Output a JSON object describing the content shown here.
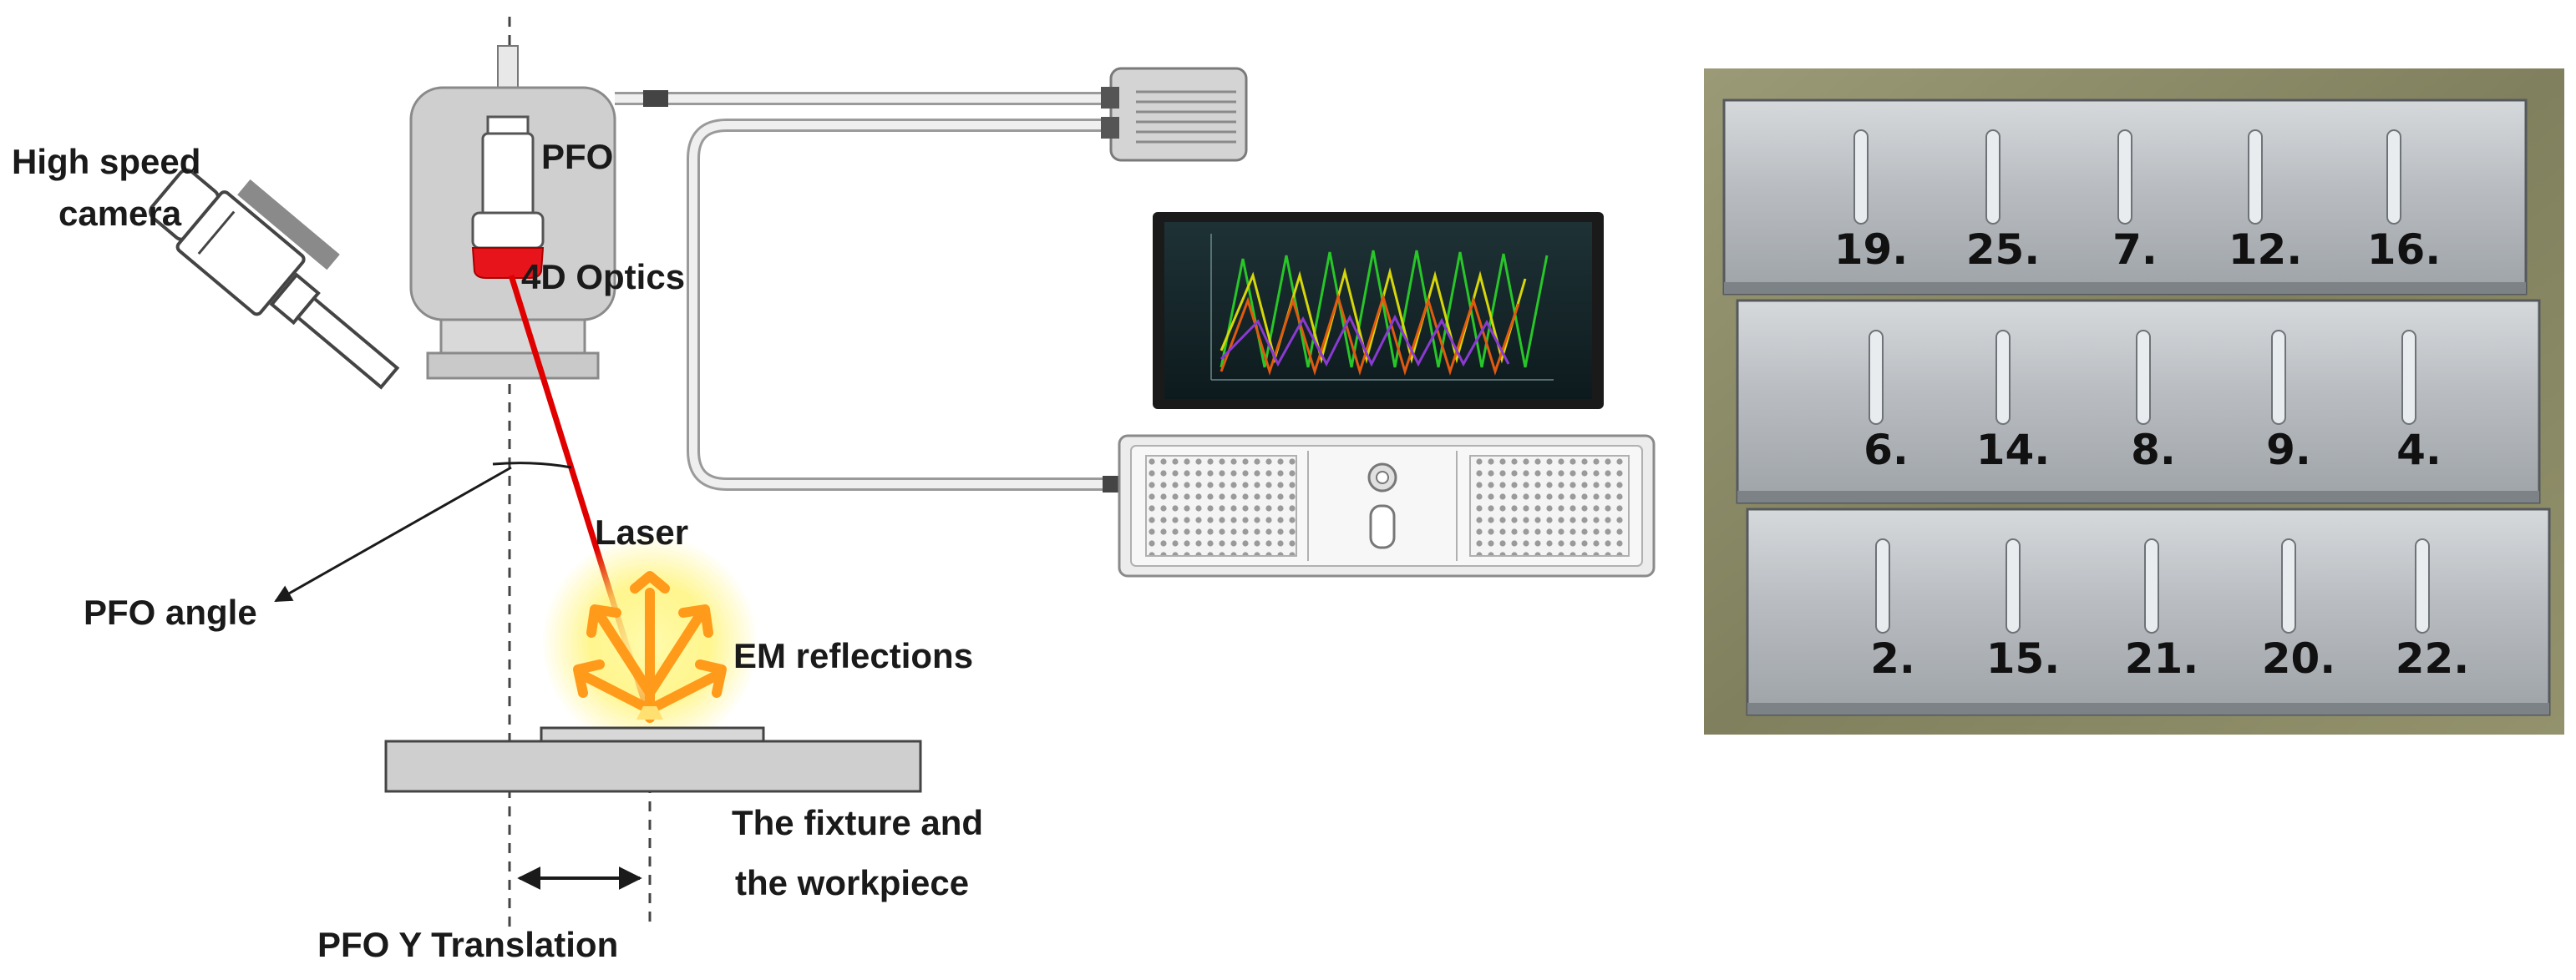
{
  "labels": {
    "camera_line1": "High speed",
    "camera_line2": "camera",
    "pfo": "PFO",
    "optics": "4D Optics",
    "laser": "Laser",
    "pfo_angle": "PFO angle",
    "em": "EM reflections",
    "fixture_line1": "The fixture and",
    "fixture_line2": "the workpiece",
    "translation": "PFO Y Translation"
  },
  "samples": {
    "rows": [
      [
        "19.",
        "25.",
        "7.",
        "12.",
        "16."
      ],
      [
        "6.",
        "14.",
        "8.",
        "9.",
        "4."
      ],
      [
        "2.",
        "15.",
        "21.",
        "20.",
        "22."
      ]
    ]
  },
  "colors": {
    "laser": "#e00000",
    "burst": "#ff9a1a",
    "glow": "#fff36a",
    "optics_red": "#e8141c",
    "equipment": "#cfcfcf",
    "plate": "#b8bcc0",
    "photo_bg": "#8a8a66"
  },
  "icons": [
    "camera-icon",
    "pfo-head-icon",
    "computer-tower-icon",
    "monitor-icon",
    "connector-box-icon",
    "explosion-icon"
  ]
}
